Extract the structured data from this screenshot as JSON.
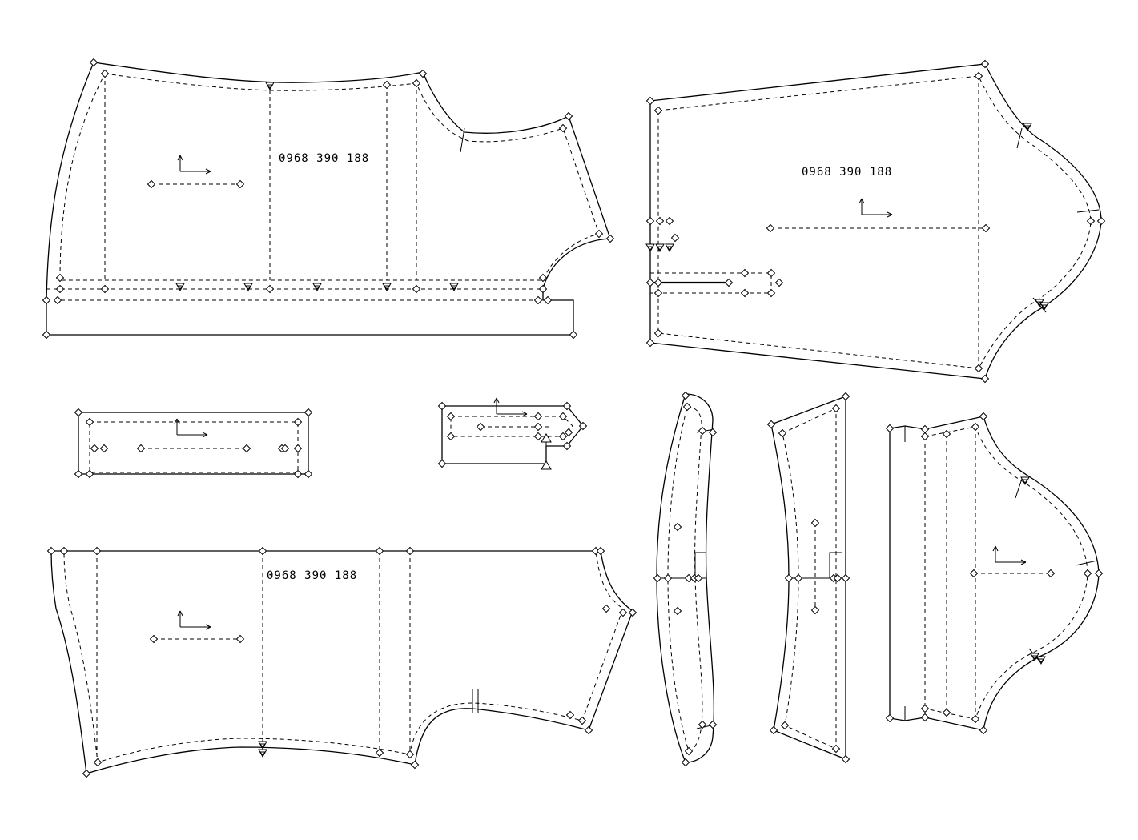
{
  "pattern": {
    "phone_label": "0968 390 188",
    "pieces": [
      {
        "id": "front-bodice"
      },
      {
        "id": "sleeve-large"
      },
      {
        "id": "pocket-strip"
      },
      {
        "id": "small-tab"
      },
      {
        "id": "back-bodice"
      },
      {
        "id": "curved-band"
      },
      {
        "id": "collar-panel"
      },
      {
        "id": "sleeve-small"
      }
    ]
  }
}
